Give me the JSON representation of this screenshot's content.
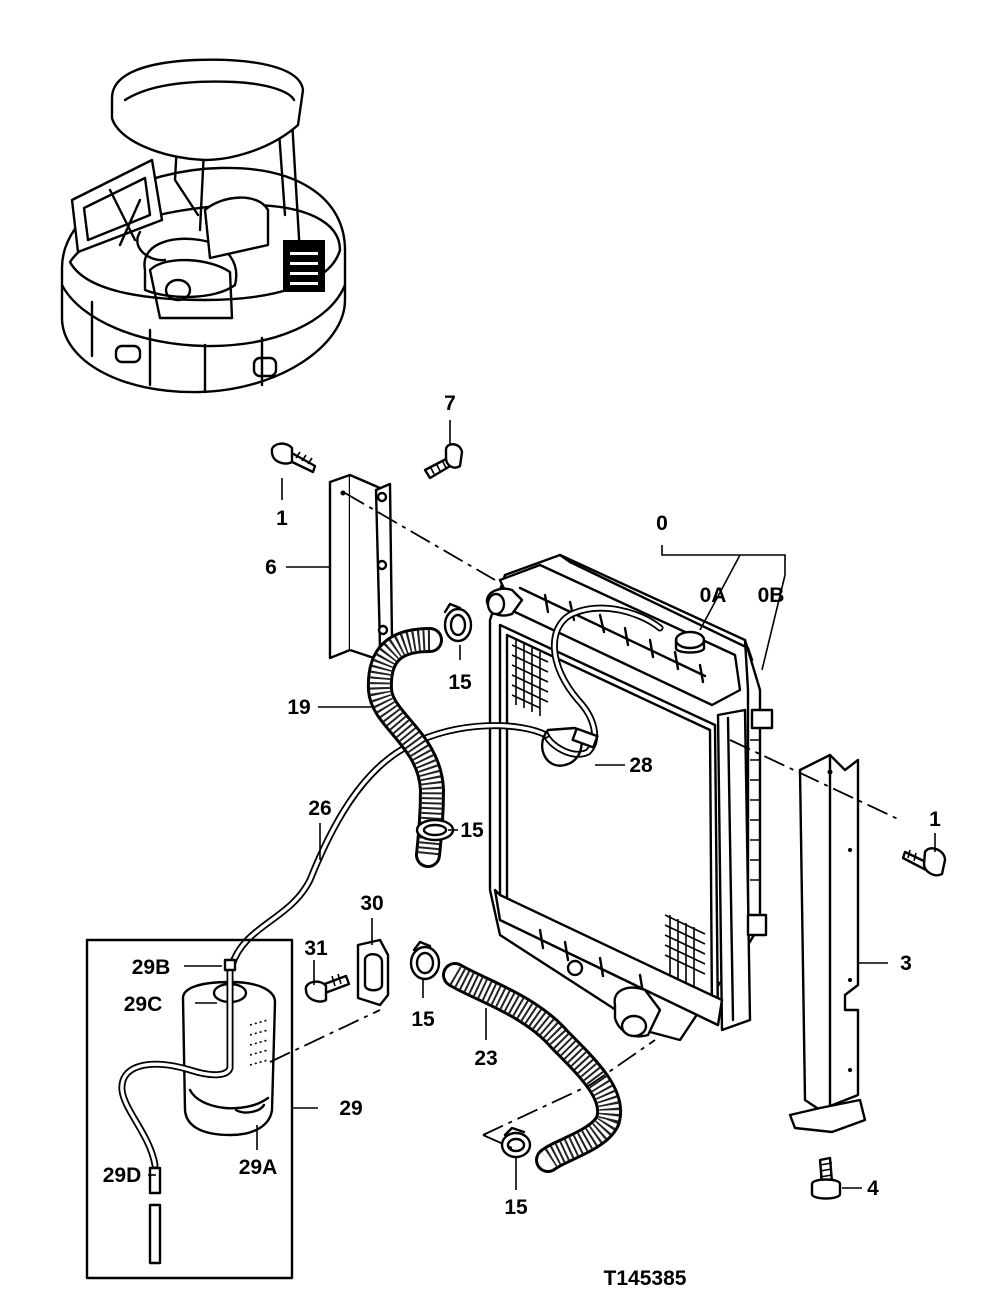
{
  "diagram": {
    "figure_id": "T145385",
    "callouts": [
      {
        "id": "c-0",
        "text": "0"
      },
      {
        "id": "c-0a",
        "text": "0A"
      },
      {
        "id": "c-0b",
        "text": "0B"
      },
      {
        "id": "c-1a",
        "text": "1"
      },
      {
        "id": "c-1b",
        "text": "1"
      },
      {
        "id": "c-3",
        "text": "3"
      },
      {
        "id": "c-4",
        "text": "4"
      },
      {
        "id": "c-6",
        "text": "6"
      },
      {
        "id": "c-7",
        "text": "7"
      },
      {
        "id": "c-15a",
        "text": "15"
      },
      {
        "id": "c-15b",
        "text": "15"
      },
      {
        "id": "c-15c",
        "text": "15"
      },
      {
        "id": "c-15d",
        "text": "15"
      },
      {
        "id": "c-19",
        "text": "19"
      },
      {
        "id": "c-23",
        "text": "23"
      },
      {
        "id": "c-26",
        "text": "26"
      },
      {
        "id": "c-28",
        "text": "28"
      },
      {
        "id": "c-29",
        "text": "29"
      },
      {
        "id": "c-29a",
        "text": "29A"
      },
      {
        "id": "c-29b",
        "text": "29B"
      },
      {
        "id": "c-29c",
        "text": "29C"
      },
      {
        "id": "c-29d",
        "text": "29D"
      },
      {
        "id": "c-30",
        "text": "30"
      },
      {
        "id": "c-31",
        "text": "31"
      }
    ]
  }
}
